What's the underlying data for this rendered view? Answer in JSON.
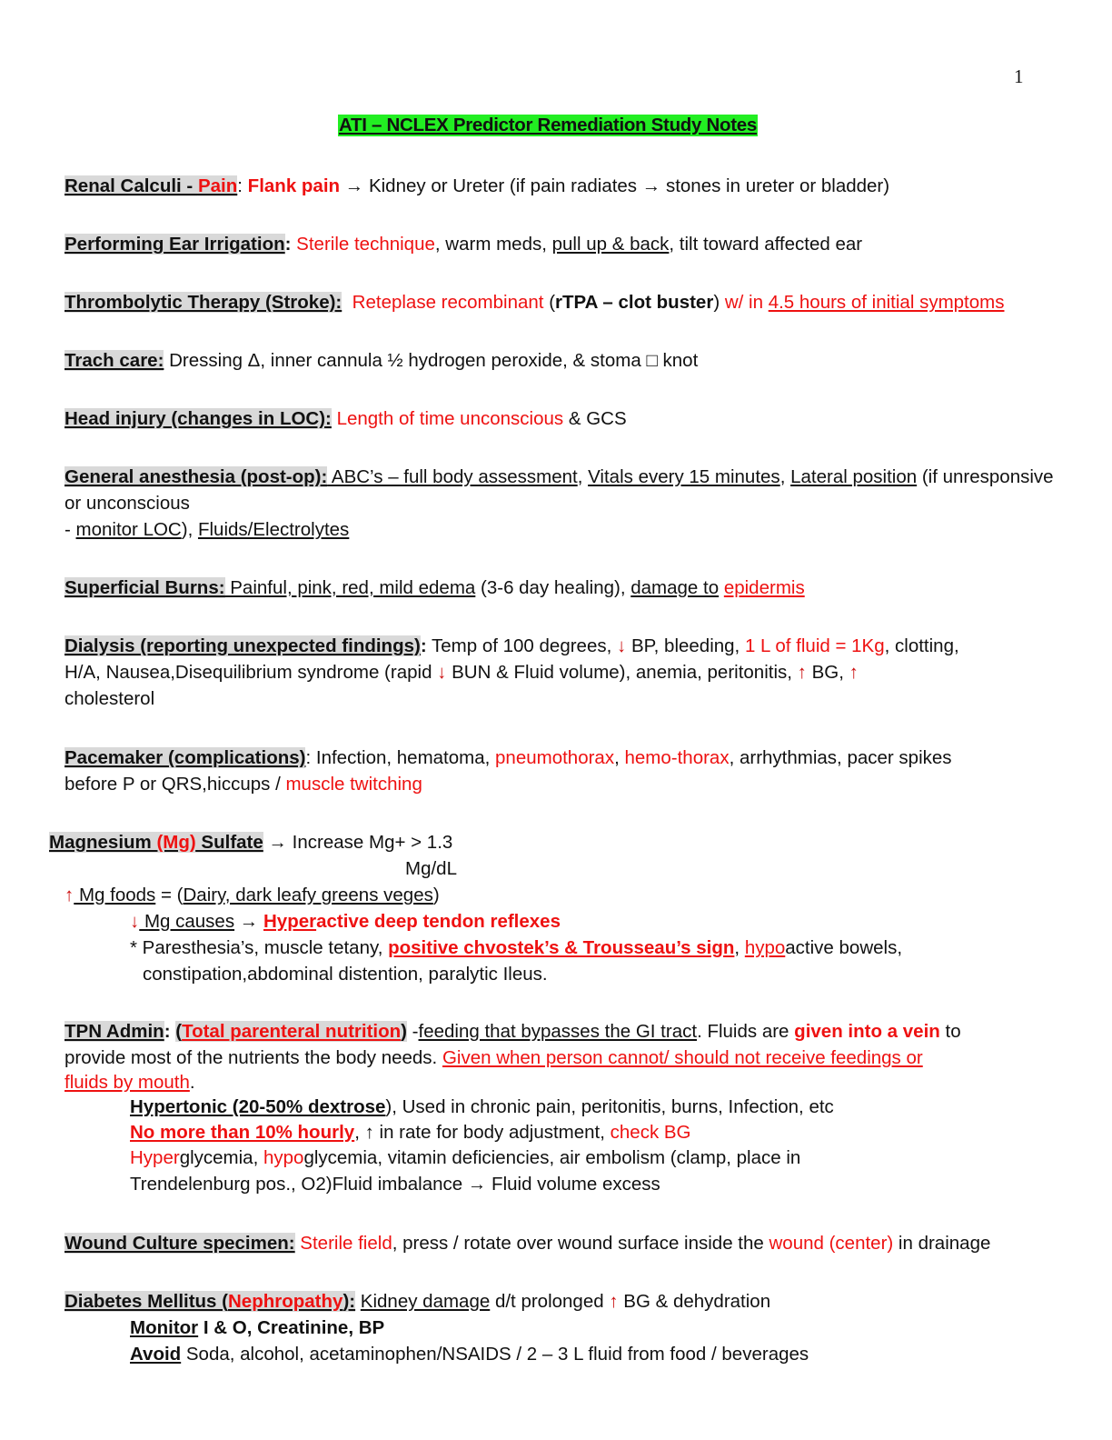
{
  "page_number": "1",
  "title": "ATI – NCLEX Predictor Remediation Study Notes",
  "renal": {
    "h1": "Renal Calculi - ",
    "h2": "Pain",
    "colon": ":",
    "flank": "Flank pain",
    "t1": " → Kidney or Ureter (if pain radiates → stones in ureter or bladder)"
  },
  "ear": {
    "head": "Performing Ear Irrigation",
    "colon": ": ",
    "sterile": "Sterile technique",
    "t1": ", warm meds, ",
    "pull": "pull up & back",
    "t2": ", tilt toward affected ear"
  },
  "thrombo": {
    "head": "Thrombolytic Therapy (Stroke):",
    "reteplase": "Reteplase recombinant",
    "t1": " (",
    "rtpa": "rTPA – clot buster",
    "t2": ") ",
    "within": "w/ in ",
    "hours": "4.5 hours of initial symptoms"
  },
  "trach": {
    "head": "Trach care:",
    "t1": " Dressing Δ, inner cannula ½ hydrogen peroxide, & stoma □ knot"
  },
  "head_injury": {
    "head": "Head injury (changes in LOC):",
    "red": " Length of time unconscious",
    "t1": " & GCS"
  },
  "anesthesia": {
    "head": "General anesthesia (post-op):",
    "abc": " ABC’s – full body assessment",
    "c1": ", ",
    "vitals": "Vitals every 15 minutes",
    "c2": ", ",
    "lateral": "Lateral position",
    "t1": " (if unresponsive",
    "line2": "or unconscious",
    "dash": "- ",
    "monitor": "monitor LOC",
    "t2": "), ",
    "fluids": "Fluids/Electrolytes"
  },
  "burns": {
    "head": "Superficial Burns:",
    "painful": " Painful, pink, red, mild edema",
    "t1": " (3-6 day healing), ",
    "damage": "damage to",
    "sp": " ",
    "epidermis": "epidermis"
  },
  "dialysis": {
    "head": "Dialysis (reporting unexpected findings)",
    "colon": ":",
    "t1": "  Temp of 100 degrees, ",
    "down": "↓",
    "t2": " BP, bleeding, ",
    "fluid": "1 L of fluid = 1Kg",
    "t3": ", clotting,",
    "l2a": "H/A, Nausea,Disequilibrium syndrome (rapid ",
    "l2b": " BUN & Fluid volume), anemia, peritonitis, ",
    "up": "↑",
    "l2c": " BG, ",
    "l3": "cholesterol"
  },
  "pacemaker": {
    "head": "Pacemaker (complications)",
    "t1": ":  Infection, hematoma, ",
    "pneumo": "pneumothorax",
    "c": ", ",
    "hemo": "hemo-thorax",
    "t2": ", arrhythmias, pacer spikes",
    "l2": "before P or QRS,hiccups / ",
    "twitch": "muscle twitching"
  },
  "magnesium": {
    "h1": "Magnesium ",
    "h2": "(Mg)",
    "h3": " Sulfate",
    "t1": " → Increase Mg+ > 1.3",
    "unit": "Mg/dL",
    "up": "↑",
    "foods": " Mg foods",
    "eq": " = (",
    "dairy": "Dairy, dark leafy greens veges",
    "close": ")",
    "down": "↓",
    "causes": " Mg causes",
    "arrow": " → ",
    "hyper": "Hyper",
    "hyper_rest": "active deep tendon reflexes",
    "star": "* Paresthesia’s, muscle tetany, ",
    "chvostek": "positive chvostek’s & Trousseau’s sign",
    "c": ", ",
    "hypo": "hypo",
    "t2": "active bowels,",
    "l5": "constipation,abdominal distention, paralytic Ileus."
  },
  "tpn": {
    "head": "TPN Admin",
    "colon": ": ",
    "open": "(",
    "total": "Total parenteral nutrition",
    "close": ")",
    "dash": " -",
    "feeding": "feeding that bypasses the GI tract",
    "t1": ". Fluids are ",
    "vein": "given into a vein",
    "t2": " to",
    "l2a": "provide most of the nutrients the body needs. ",
    "l2b": "Given when person cannot/ should not receive feedings or",
    "l3a": "fluids by mouth",
    "l3b": ".",
    "hypertonic": "Hypertonic (20-50% dextrose",
    "hclose": ")",
    "h2": ", Used in chronic pain, peritonitis, burns, Infection, etc",
    "nomore": "No more than 10% hourly",
    "r2": ", ↑ in rate for body adjustment, ",
    "checkbg": "check BG",
    "hyper": "Hyper",
    "g1": "glycemia, ",
    "hypo": "hypo",
    "g2": "glycemia, vitamin deficiencies, air embolism (clamp, place in",
    "l7": "Trendelenburg pos., O2)Fluid imbalance → Fluid volume excess"
  },
  "wound": {
    "head": "Wound Culture specimen:",
    "sterile": " Sterile field",
    "t1": ", press / rotate over wound surface inside the ",
    "center": "wound (center)",
    "t2": " in drainage"
  },
  "diabetes": {
    "h1": "Diabetes Mellitus (",
    "h2": "Nephropathy",
    "h3": "):",
    "sp": "  ",
    "kidney": "Kidney damage",
    "t1": " d/t prolonged ",
    "up": "↑",
    "t2": " BG & dehydration",
    "monitor": "Monitor",
    "m2": " I & O, Creatinine, BP",
    "avoid": "Avoid",
    "a2": " Soda, alcohol, acetaminophen/NSAIDS / 2 – 3 L fluid from food / beverages"
  }
}
